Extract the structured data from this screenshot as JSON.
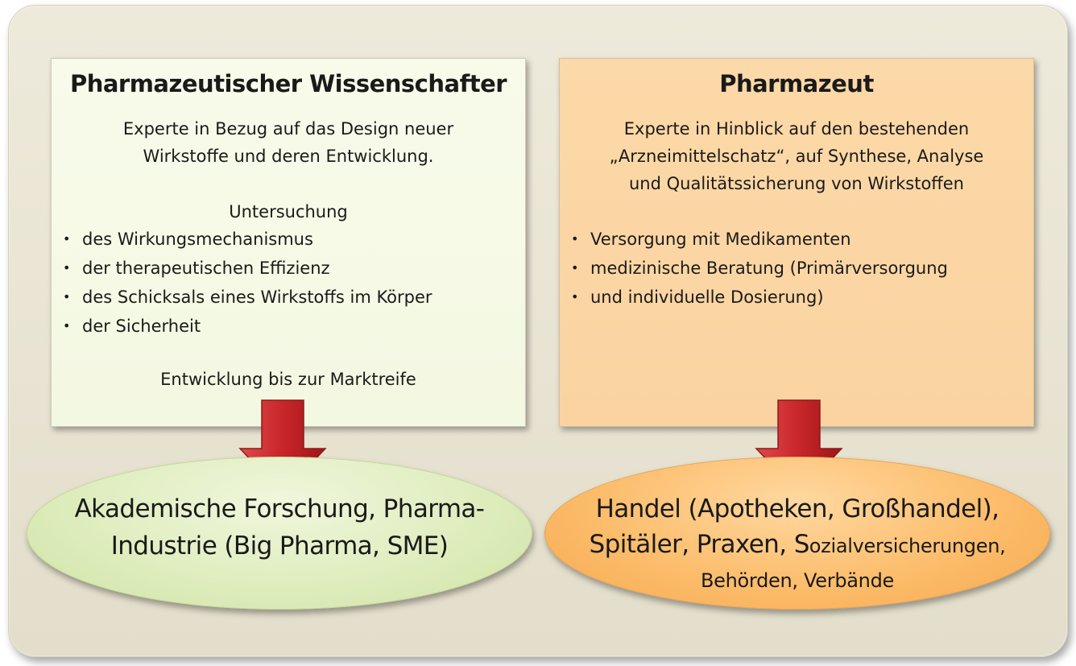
{
  "left_panel": {
    "title": "Pharmazeutischer Wissenschafter",
    "intro_line1": "Experte in Bezug auf das Design neuer",
    "intro_line2": "Wirkstoffe und deren Entwicklung.",
    "section_heading": "Untersuchung",
    "bullets": [
      "des Wirkungsmechanismus",
      "der therapeutischen Effizienz",
      "des Schicksals eines Wirkstoffs im Körper",
      "der Sicherheit"
    ],
    "footer": "Entwicklung bis zur Marktreife"
  },
  "right_panel": {
    "title": "Pharmazeut",
    "intro_line1": "Experte in Hinblick auf den bestehenden",
    "intro_line2": "„Arzneimittelschatz“, auf Synthese, Analyse",
    "intro_line3": "und Qualitätssicherung von Wirkstoffen",
    "bullet1": "Versorgung mit Medikamenten",
    "bullet2": "medizinische Beratung (Primärversorgung",
    "bullet2_continued": "und individuelle Dosierung)"
  },
  "left_outcome": {
    "line1": "Akademische Forschung, Pharma-",
    "line2": "Industrie (Big Pharma, SME)"
  },
  "right_outcome": {
    "line1": "Handel (Apotheken, Großhandel),",
    "line2_part1": "Spitäler, Praxen, S",
    "line2_part2": "ozialversicherungen,",
    "line3": "Behörden, Verbände"
  },
  "colors": {
    "arrow": "#c8262a",
    "left_panel_fill": "#f5f9e6",
    "right_panel_fill": "#fbd6a4",
    "left_ellipse_fill": "#dfedbe",
    "right_ellipse_fill": "#fcbd6c"
  }
}
